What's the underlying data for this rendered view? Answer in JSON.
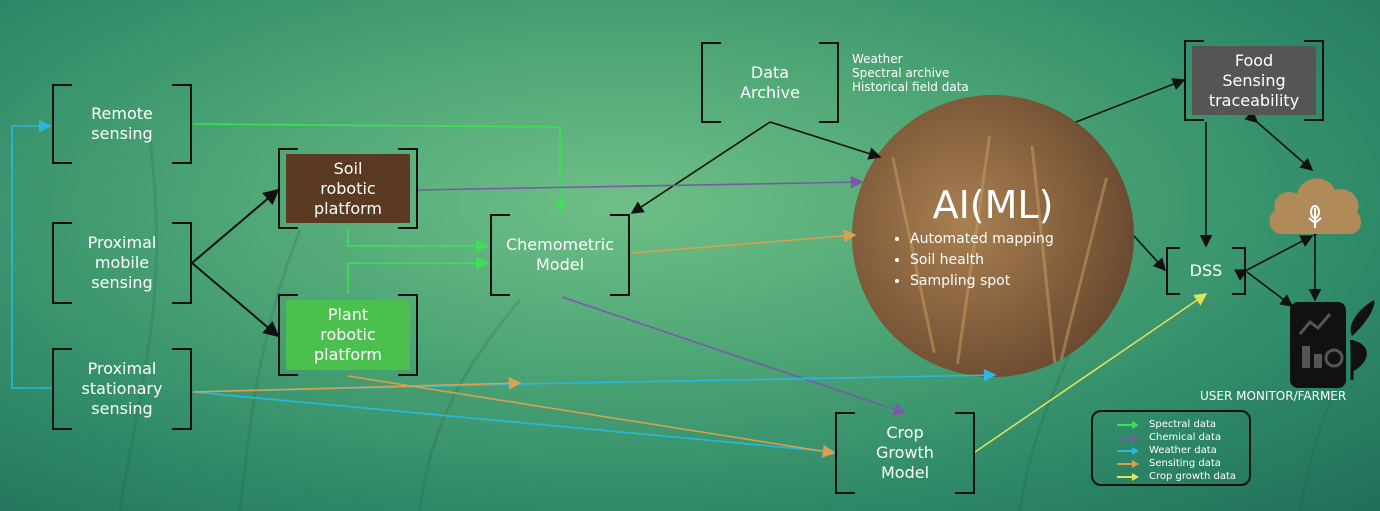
{
  "nodes": {
    "remote_sensing": "Remote\nsensing",
    "proximal_mobile": "Proximal\nmobile\nsensing",
    "proximal_stationary": "Proximal\nstationary\nsensing",
    "soil_platform": "Soil\nrobotic\nplatform",
    "plant_platform": "Plant\nrobotic\nplatform",
    "chemometric": "Chemometric\nModel",
    "data_archive": "Data\nArchive",
    "crop_growth": "Crop\nGrowth\nModel",
    "food_sensing": "Food\nSensing\ntraceability",
    "dss": "DSS"
  },
  "archive_sources": [
    "Weather",
    "Spectral archive",
    "Historical field data"
  ],
  "ai": {
    "title": "AI(ML)",
    "items": [
      "Automated mapping",
      "Soil health",
      "Sampling spot"
    ]
  },
  "user_label": "USER MONITOR/FARMER",
  "legend": [
    {
      "label": "Spectral data",
      "color": "#3ee05a"
    },
    {
      "label": "Chemical data",
      "color": "#7a5aa8"
    },
    {
      "label": "Weather data",
      "color": "#2ab8e0"
    },
    {
      "label": "Sensiting data",
      "color": "#d9a050"
    },
    {
      "label": "Crop growth data",
      "color": "#e0e060"
    }
  ],
  "colors": {
    "spectral": "#3ee05a",
    "chemical": "#7a5aa8",
    "weather": "#2ab8e0",
    "sensing": "#d9a050",
    "crop": "#e0e060",
    "soil_fill": "#5a3a22",
    "plant_fill": "#4cc04e",
    "food_fill": "#555555",
    "cloud": "#b08a58",
    "phone": "#111111"
  },
  "icons": {
    "cloud": "cloud-icon",
    "wheat": "wheat-icon",
    "phone": "phone-dashboard-icon",
    "leaf": "leaf-icon"
  }
}
